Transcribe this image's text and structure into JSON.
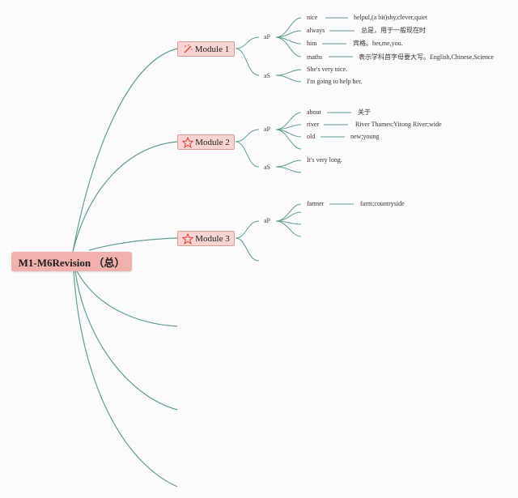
{
  "root": {
    "label": "M1-M6Revision （总）"
  },
  "modules": [
    {
      "label": "Module 1",
      "icon": "wand-icon",
      "groups": [
        {
          "label": "aP",
          "items": [
            {
              "word": "nice",
              "meaning": "helpul,(a bit)shy,clever,quiet"
            },
            {
              "word": "always",
              "meaning": "总是，用于一般现在时"
            },
            {
              "word": "him",
              "meaning": "宾格。her,me,you."
            },
            {
              "word": "maths",
              "meaning": "表示学科首字母要大写。English,Chinese,Science"
            }
          ]
        },
        {
          "label": "aS",
          "items": [
            {
              "word": "She's very nice."
            },
            {
              "word": "I'm going to help her."
            }
          ]
        }
      ]
    },
    {
      "label": "Module 2",
      "icon": "star-icon",
      "groups": [
        {
          "label": "aP",
          "items": [
            {
              "word": "about",
              "meaning": "关于"
            },
            {
              "word": "river",
              "meaning": "River Thames;Yitong River;wide"
            },
            {
              "word": "old",
              "meaning": "new;young"
            },
            {
              "word": ""
            }
          ]
        },
        {
          "label": "aS",
          "items": [
            {
              "word": "It's very long."
            },
            {
              "word": ""
            }
          ]
        }
      ]
    },
    {
      "label": "Module 3",
      "icon": "star-icon",
      "groups": [
        {
          "label": "aP",
          "items": [
            {
              "word": "farmer",
              "meaning": "farm;countryside"
            },
            {
              "word": ""
            },
            {
              "word": ""
            },
            {
              "word": ""
            }
          ]
        },
        {
          "label": "",
          "items": []
        }
      ]
    }
  ],
  "colors": {
    "line": "#5f9e8f",
    "root": "#f2b0ad",
    "module": "#f7d3d1",
    "icon": "#e0473f"
  }
}
